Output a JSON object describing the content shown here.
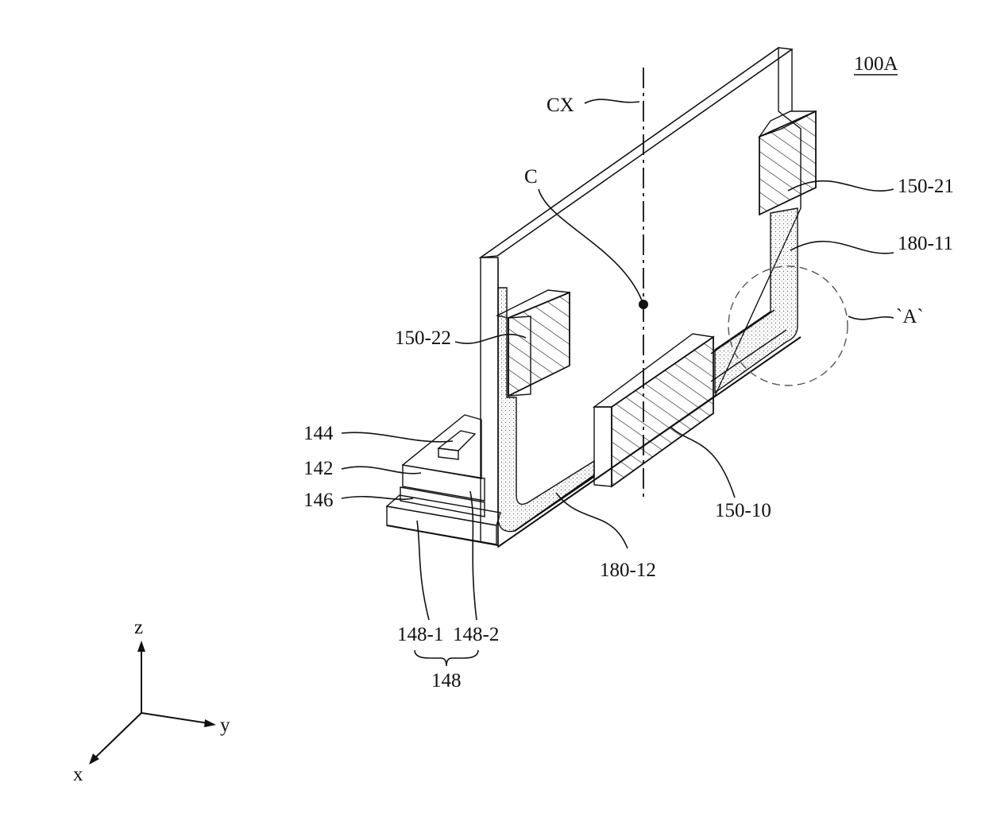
{
  "figure": {
    "title": "100A",
    "labels": {
      "cx": "CX",
      "c": "C",
      "m150_21": "150-21",
      "w180_11": "180-11",
      "region_a": "`A`",
      "m150_22": "150-22",
      "l144": "144",
      "l142": "142",
      "l146": "146",
      "m150_10": "150-10",
      "w180_12": "180-12",
      "l148_1": "148-1",
      "l148_2": "148-2",
      "l148": "148"
    },
    "axes": {
      "z": "z",
      "y": "y",
      "x": "x"
    }
  }
}
